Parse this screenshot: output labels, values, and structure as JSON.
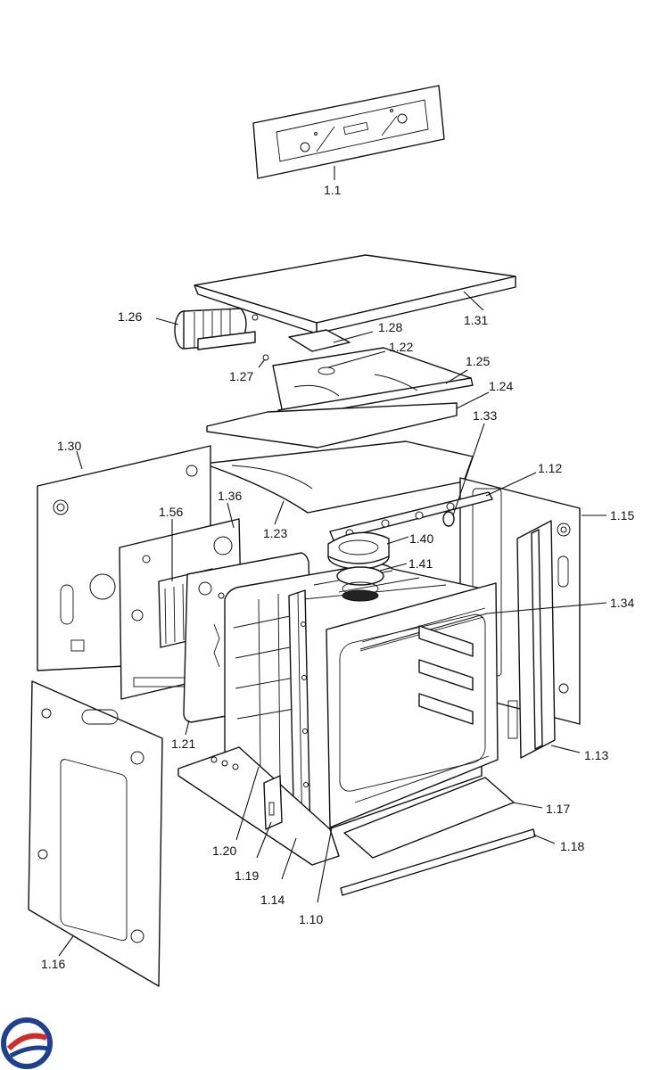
{
  "diagram": {
    "labels": {
      "p1_1": "1.1",
      "p1_26": "1.26",
      "p1_28": "1.28",
      "p1_31": "1.31",
      "p1_22": "1.22",
      "p1_27": "1.27",
      "p1_25": "1.25",
      "p1_24": "1.24",
      "p1_33": "1.33",
      "p1_30": "1.30",
      "p1_12": "1.12",
      "p1_36": "1.36",
      "p1_15": "1.15",
      "p1_56": "1.56",
      "p1_23": "1.23",
      "p1_40": "1.40",
      "p1_41": "1.41",
      "p1_34": "1.34",
      "p1_21": "1.21",
      "p1_13": "1.13",
      "p1_17": "1.17",
      "p1_18": "1.18",
      "p1_20": "1.20",
      "p1_19": "1.19",
      "p1_14": "1.14",
      "p1_10": "1.10",
      "p1_16": "1.16"
    }
  },
  "logo": {
    "colors": [
      "#1f3f8f",
      "#d42a2a"
    ]
  }
}
